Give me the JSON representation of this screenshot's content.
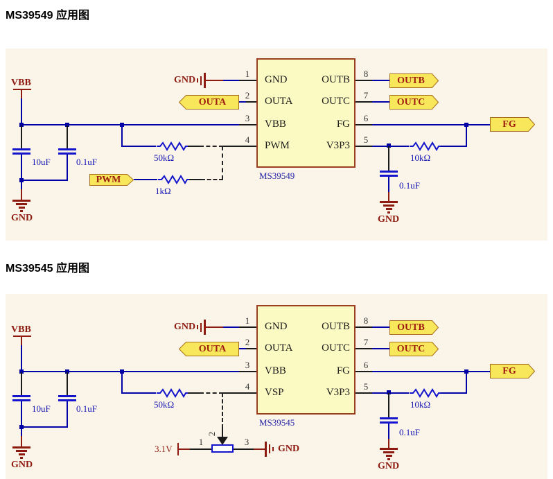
{
  "titles": {
    "c1": "MS39549 应用图",
    "c2": "MS39545 应用图"
  },
  "c1": {
    "ic_name": "MS39549",
    "pins": {
      "p1": {
        "num": "1",
        "name": "GND"
      },
      "p2": {
        "num": "2",
        "name": "OUTA"
      },
      "p3": {
        "num": "3",
        "name": "VBB"
      },
      "p4": {
        "num": "4",
        "name": "PWM"
      },
      "p5": {
        "num": "5",
        "name": "V3P3"
      },
      "p6": {
        "num": "6",
        "name": "FG"
      },
      "p7": {
        "num": "7",
        "name": "OUTC"
      },
      "p8": {
        "num": "8",
        "name": "OUTB"
      }
    },
    "ports": {
      "outa": "OUTA",
      "outb": "OUTB",
      "outc": "OUTC",
      "fg": "FG",
      "pwm": "PWM"
    },
    "nets": {
      "vbb": "VBB",
      "gnd_pin1": "GND",
      "gnd_left": "GND",
      "gnd_right": "GND"
    },
    "values": {
      "cap1": "10uF",
      "cap2": "0.1uF",
      "r50k": "50kΩ",
      "r1k": "1kΩ",
      "r10k": "10kΩ",
      "cap3": "0.1uF"
    }
  },
  "c2": {
    "ic_name": "MS39545",
    "pins": {
      "p1": {
        "num": "1",
        "name": "GND"
      },
      "p2": {
        "num": "2",
        "name": "OUTA"
      },
      "p3": {
        "num": "3",
        "name": "VBB"
      },
      "p4": {
        "num": "4",
        "name": "VSP"
      },
      "p5": {
        "num": "5",
        "name": "V3P3"
      },
      "p6": {
        "num": "6",
        "name": "FG"
      },
      "p7": {
        "num": "7",
        "name": "OUTC"
      },
      "p8": {
        "num": "8",
        "name": "OUTB"
      }
    },
    "ports": {
      "outa": "OUTA",
      "outb": "OUTB",
      "outc": "OUTC",
      "fg": "FG"
    },
    "nets": {
      "vbb": "VBB",
      "gnd_pin1": "GND",
      "gnd_left": "GND",
      "gnd_right": "GND"
    },
    "values": {
      "cap1": "10uF",
      "cap2": "0.1uF",
      "r50k": "50kΩ",
      "r10k": "10kΩ",
      "cap3": "0.1uF"
    },
    "pot": {
      "voltage": "3.1V",
      "pin1": "1",
      "pin2": "2",
      "pin3": "3",
      "gnd": "GND"
    }
  },
  "colors": {
    "sheet_bg": "#FBF5E9",
    "ic_fill": "#FCFAC3",
    "ic_border": "#9A4020",
    "port_fill": "#F8E75A",
    "port_border": "#A8701C",
    "wire_blue": "#0000A8",
    "component_blue": "#1414CC",
    "symbol_red": "#8E1B10",
    "label_blue": "#1414B4"
  }
}
